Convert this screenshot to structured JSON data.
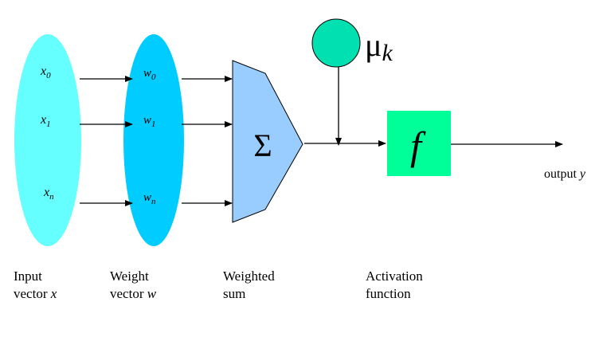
{
  "colors": {
    "input_ellipse": "#66ffff",
    "weight_ellipse": "#00ccff",
    "summation_block": "#99ccff",
    "activation_box": "#00ff99",
    "bias_circle": "#00e0b0",
    "arrow": "#000000"
  },
  "inputs": {
    "nodes": [
      {
        "base": "x",
        "sub": "0"
      },
      {
        "base": "x",
        "sub": "1"
      },
      {
        "base": "x",
        "sub": "n"
      }
    ],
    "caption_line1": "Input",
    "caption_line2_prefix": "vector ",
    "caption_line2_var": "x"
  },
  "weights": {
    "nodes": [
      {
        "base": "w",
        "sub": "0"
      },
      {
        "base": "w",
        "sub": "1"
      },
      {
        "base": "w",
        "sub": "n"
      }
    ],
    "caption_line1": "Weight",
    "caption_line2_prefix": "vector ",
    "caption_line2_var": "w"
  },
  "summation": {
    "symbol": "Σ",
    "caption_line1": "Weighted",
    "caption_line2": "sum"
  },
  "bias": {
    "symbol": "μ",
    "sub": "k"
  },
  "activation": {
    "symbol": "f",
    "caption_line1": "Activation",
    "caption_line2": "function"
  },
  "output": {
    "prefix": "output ",
    "var": "y"
  }
}
